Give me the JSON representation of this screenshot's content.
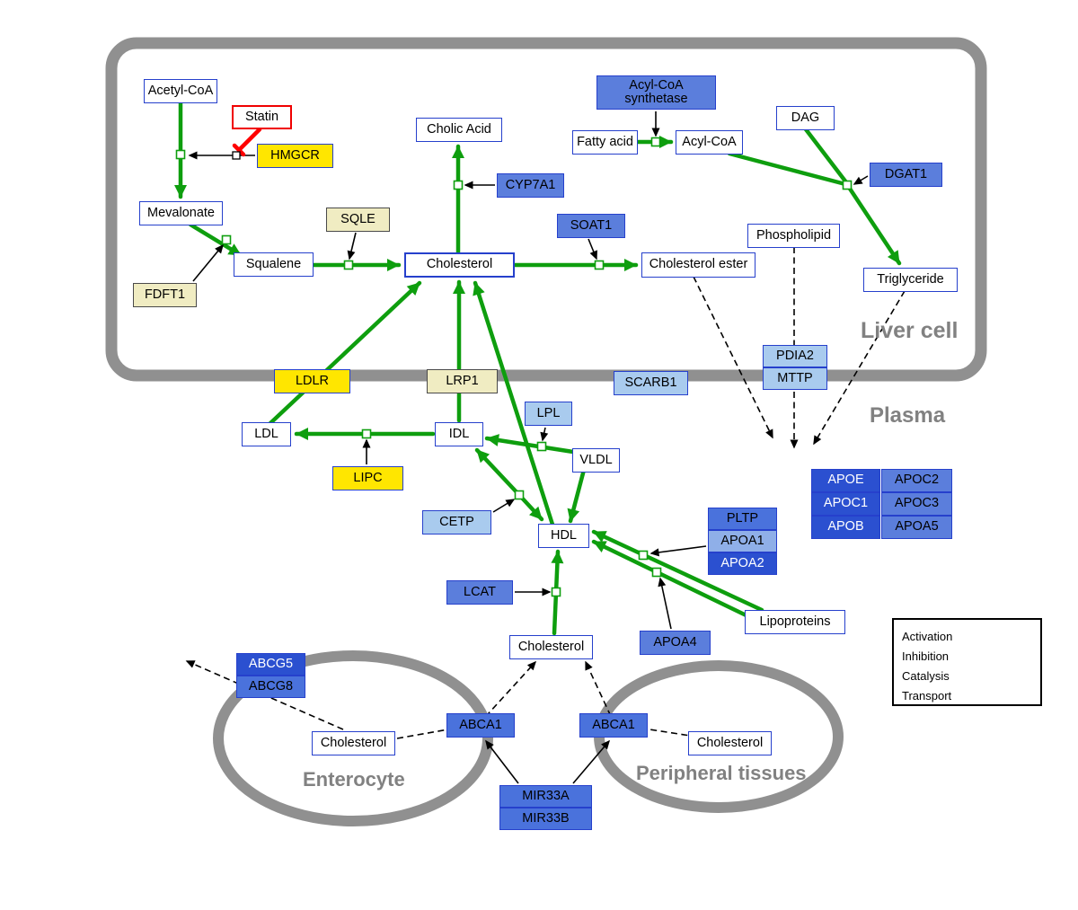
{
  "compartments": {
    "liver_cell": {
      "label": "Liver cell"
    },
    "plasma": {
      "label": "Plasma"
    },
    "enterocyte": {
      "label": "Enterocyte"
    },
    "peripheral_tissues": {
      "label": "Peripheral tissues"
    }
  },
  "nodes": {
    "acetyl_coa": "Acetyl-CoA",
    "statin": "Statin",
    "hmgcr": "HMGCR",
    "mevalonate": "Mevalonate",
    "sqle": "SQLE",
    "fdft1": "FDFT1",
    "squalene": "Squalene",
    "cholesterol_liver": "Cholesterol",
    "cholic_acid": "Cholic Acid",
    "cyp7a1": "CYP7A1",
    "soat1": "SOAT1",
    "cholesterol_ester": "Cholesterol ester",
    "acyl_coa_synthetase": "Acyl-CoA synthetase",
    "fatty_acid": "Fatty acid",
    "acyl_coa": "Acyl-CoA",
    "dag": "DAG",
    "dgat1": "DGAT1",
    "phospholipid": "Phospholipid",
    "triglyceride": "Triglyceride",
    "pdia2": "PDIA2",
    "mttp": "MTTP",
    "ldlr": "LDLR",
    "lrp1": "LRP1",
    "scarb1": "SCARB1",
    "ldl": "LDL",
    "idl": "IDL",
    "lpl": "LPL",
    "vldl": "VLDL",
    "lipc": "LIPC",
    "cetp": "CETP",
    "hdl": "HDL",
    "lcat": "LCAT",
    "pltp": "PLTP",
    "apoa1": "APOA1",
    "apoa2": "APOA2",
    "apoa4": "APOA4",
    "lipoproteins": "Lipoproteins",
    "apoe": "APOE",
    "apoc2": "APOC2",
    "apoc1": "APOC1",
    "apoc3": "APOC3",
    "apob": "APOB",
    "apoa5": "APOA5",
    "cholesterol_plasma": "Cholesterol",
    "abcg5": "ABCG5",
    "abcg8": "ABCG8",
    "cholesterol_enterocyte": "Cholesterol",
    "abca1_enterocyte": "ABCA1",
    "abca1_peripheral": "ABCA1",
    "cholesterol_peripheral": "Cholesterol",
    "mir33a": "MIR33A",
    "mir33b": "MIR33B"
  },
  "legend": {
    "activation": "Activation",
    "inhibition": "Inhibition",
    "catalysis": "Catalysis",
    "transport": "Transport"
  },
  "colors": {
    "activation_green": "#0E9E0E",
    "inhibition_red": "#FF0000",
    "membrane_gray": "#909090",
    "metabolite_border_blue": "#2640CC",
    "enzyme_yellow": "#FFE600",
    "enzyme_pale_yellow": "#F0ECC2",
    "protein_blue_dark": "#2B50D0",
    "protein_blue_medium": "#5B7EDC",
    "protein_blue_light": "#A9CBEE"
  }
}
